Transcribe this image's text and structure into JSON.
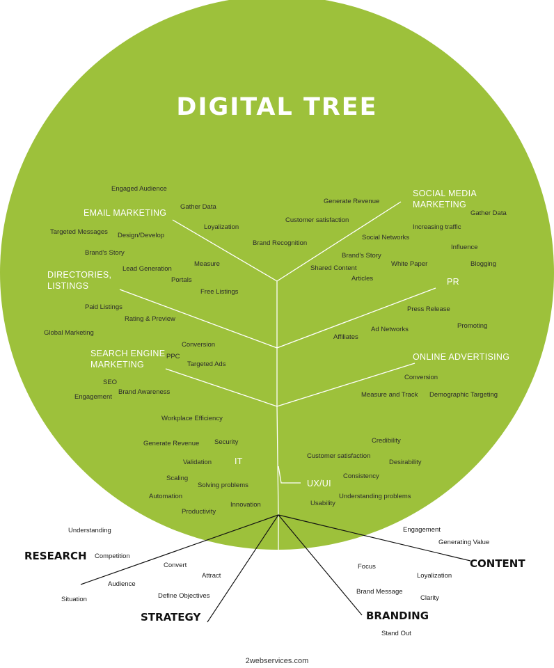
{
  "title": "DIGITAL TREE",
  "footer": "2webservices.com",
  "colors": {
    "canopy": "#9dc13b",
    "branch_line": "#ffffff",
    "root_line": "#111111",
    "text_dark": "#2b2b2b"
  },
  "categories": {
    "email_marketing": "EMAIL MARKETING",
    "social_media_line1": "SOCIAL MEDIA",
    "social_media_line2": "MARKETING",
    "directories_line1": "DIRECTORIES,",
    "directories_line2": "LISTINGS",
    "pr": "PR",
    "search_engine_line1": "SEARCH ENGINE",
    "search_engine_line2": "MARKETING",
    "online_advertising": "ONLINE ADVERTISING",
    "it": "IT",
    "ux_ui": "UX/UI"
  },
  "roots": {
    "research": "RESEARCH",
    "strategy": "STRATEGY",
    "branding": "BRANDING",
    "content": "CONTENT"
  },
  "labels": {
    "engaged_audience": "Engaged Audience",
    "gather_data_left": "Gather Data",
    "loyalization_top": "Loyalization",
    "targeted_messages": "Targeted Messages",
    "design_develop": "Design/Develop",
    "brands_story_left": "Brand's Story",
    "lead_generation": "Lead Generation",
    "measure": "Measure",
    "portals": "Portals",
    "free_listings": "Free Listings",
    "paid_listings": "Paid Listings",
    "rating_preview": "Rating & Preview",
    "global_marketing": "Global Marketing",
    "conversion_left": "Conversion",
    "ppc": "PPC",
    "targeted_ads": "Targeted Ads",
    "seo": "SEO",
    "brand_awareness": "Brand Awareness",
    "engagement_left": "Engagement",
    "generate_revenue_top": "Generate Revenue",
    "customer_satisfaction_top": "Customer satisfaction",
    "brand_recognition": "Brand Recognition",
    "gather_data_right": "Gather Data",
    "increasing_traffic": "Increasing traffic",
    "social_networks": "Social Networks",
    "influence": "Influence",
    "brands_story_right": "Brand's Story",
    "white_paper": "White Paper",
    "blogging": "Blogging",
    "shared_content": "Shared Content",
    "articles": "Articles",
    "press_release": "Press Release",
    "promoting": "Promoting",
    "ad_networks": "Ad Networks",
    "affiliates": "Affiliates",
    "conversion_right": "Conversion",
    "measure_and_track": "Measure and Track",
    "demographic_targeting": "Demographic Targeting",
    "workplace_efficiency": "Workplace Efficiency",
    "generate_revenue_it": "Generate Revenue",
    "security": "Security",
    "validation": "Validation",
    "scaling": "Scaling",
    "solving_problems": "Solving problems",
    "automation": "Automation",
    "innovation": "Innovation",
    "productivity": "Productivity",
    "credibility": "Credibility",
    "customer_satisfaction_ux": "Customer satisfaction",
    "desirability": "Desirability",
    "consistency": "Consistency",
    "understanding_problems": "Understanding problems",
    "usability": "Usability",
    "understanding": "Understanding",
    "competition": "Competition",
    "audience": "Audience",
    "situation": "Situation",
    "convert": "Convert",
    "attract": "Attract",
    "define_objectives": "Define Objectives",
    "engagement_root": "Engagement",
    "generating_value": "Generating Value",
    "focus": "Focus",
    "loyalization_root": "Loyalization",
    "brand_message": "Brand Message",
    "clarity": "Clarity",
    "stand_out": "Stand Out"
  }
}
